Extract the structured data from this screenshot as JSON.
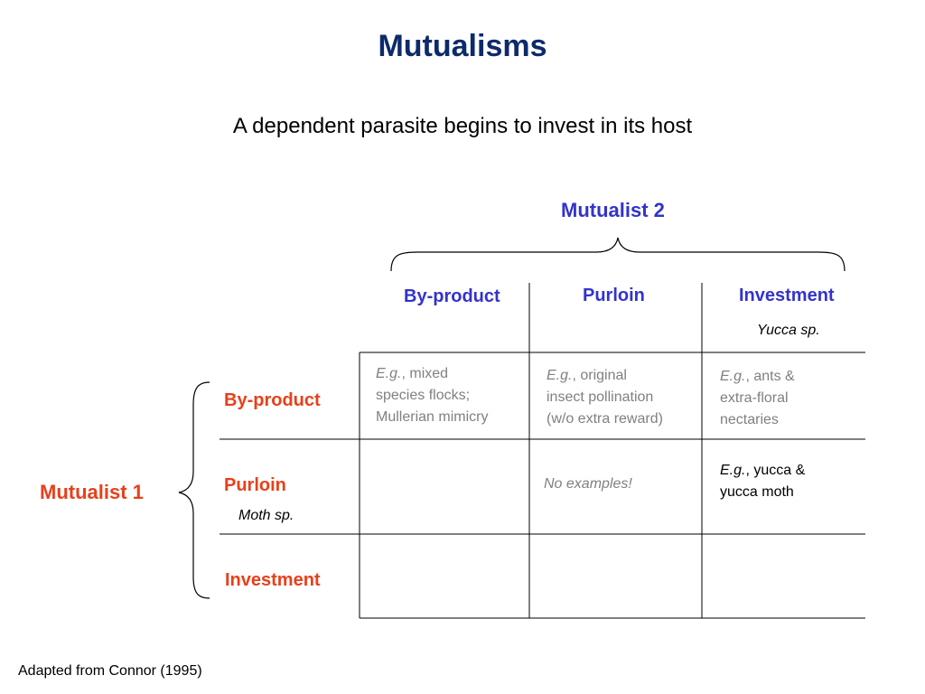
{
  "title": "Mutualisms",
  "subtitle": "A dependent parasite begins to invest in its host",
  "colors": {
    "title": "#0d2a6b",
    "mutualist2": "#3333cc",
    "mutualist1": "#e8401a",
    "example_gray": "#808080"
  },
  "mutualist2": {
    "label": "Mutualist 2",
    "columns": [
      "By-product",
      "Purloin",
      "Investment"
    ],
    "species_note": "Yucca sp."
  },
  "mutualist1": {
    "label": "Mutualist 1",
    "rows": [
      "By-product",
      "Purloin",
      "Investment"
    ],
    "species_note": "Moth sp."
  },
  "cells": {
    "byproduct_byproduct": {
      "eg": "E.g.",
      "lines": [
        ", mixed",
        "species flocks;",
        "Mullerian mimicry"
      ]
    },
    "byproduct_purloin": {
      "eg": "E.g.",
      "lines": [
        ", original",
        "insect pollination",
        "(w/o extra reward)"
      ]
    },
    "byproduct_investment": {
      "eg": "E.g.",
      "lines": [
        ", ants &",
        "extra-floral",
        "nectaries"
      ]
    },
    "purloin_purloin": {
      "text": "No examples!"
    },
    "purloin_investment": {
      "eg": "E.g.",
      "lines": [
        ", yucca &",
        "yucca moth"
      ]
    }
  },
  "citation": "Adapted from Connor (1995)"
}
